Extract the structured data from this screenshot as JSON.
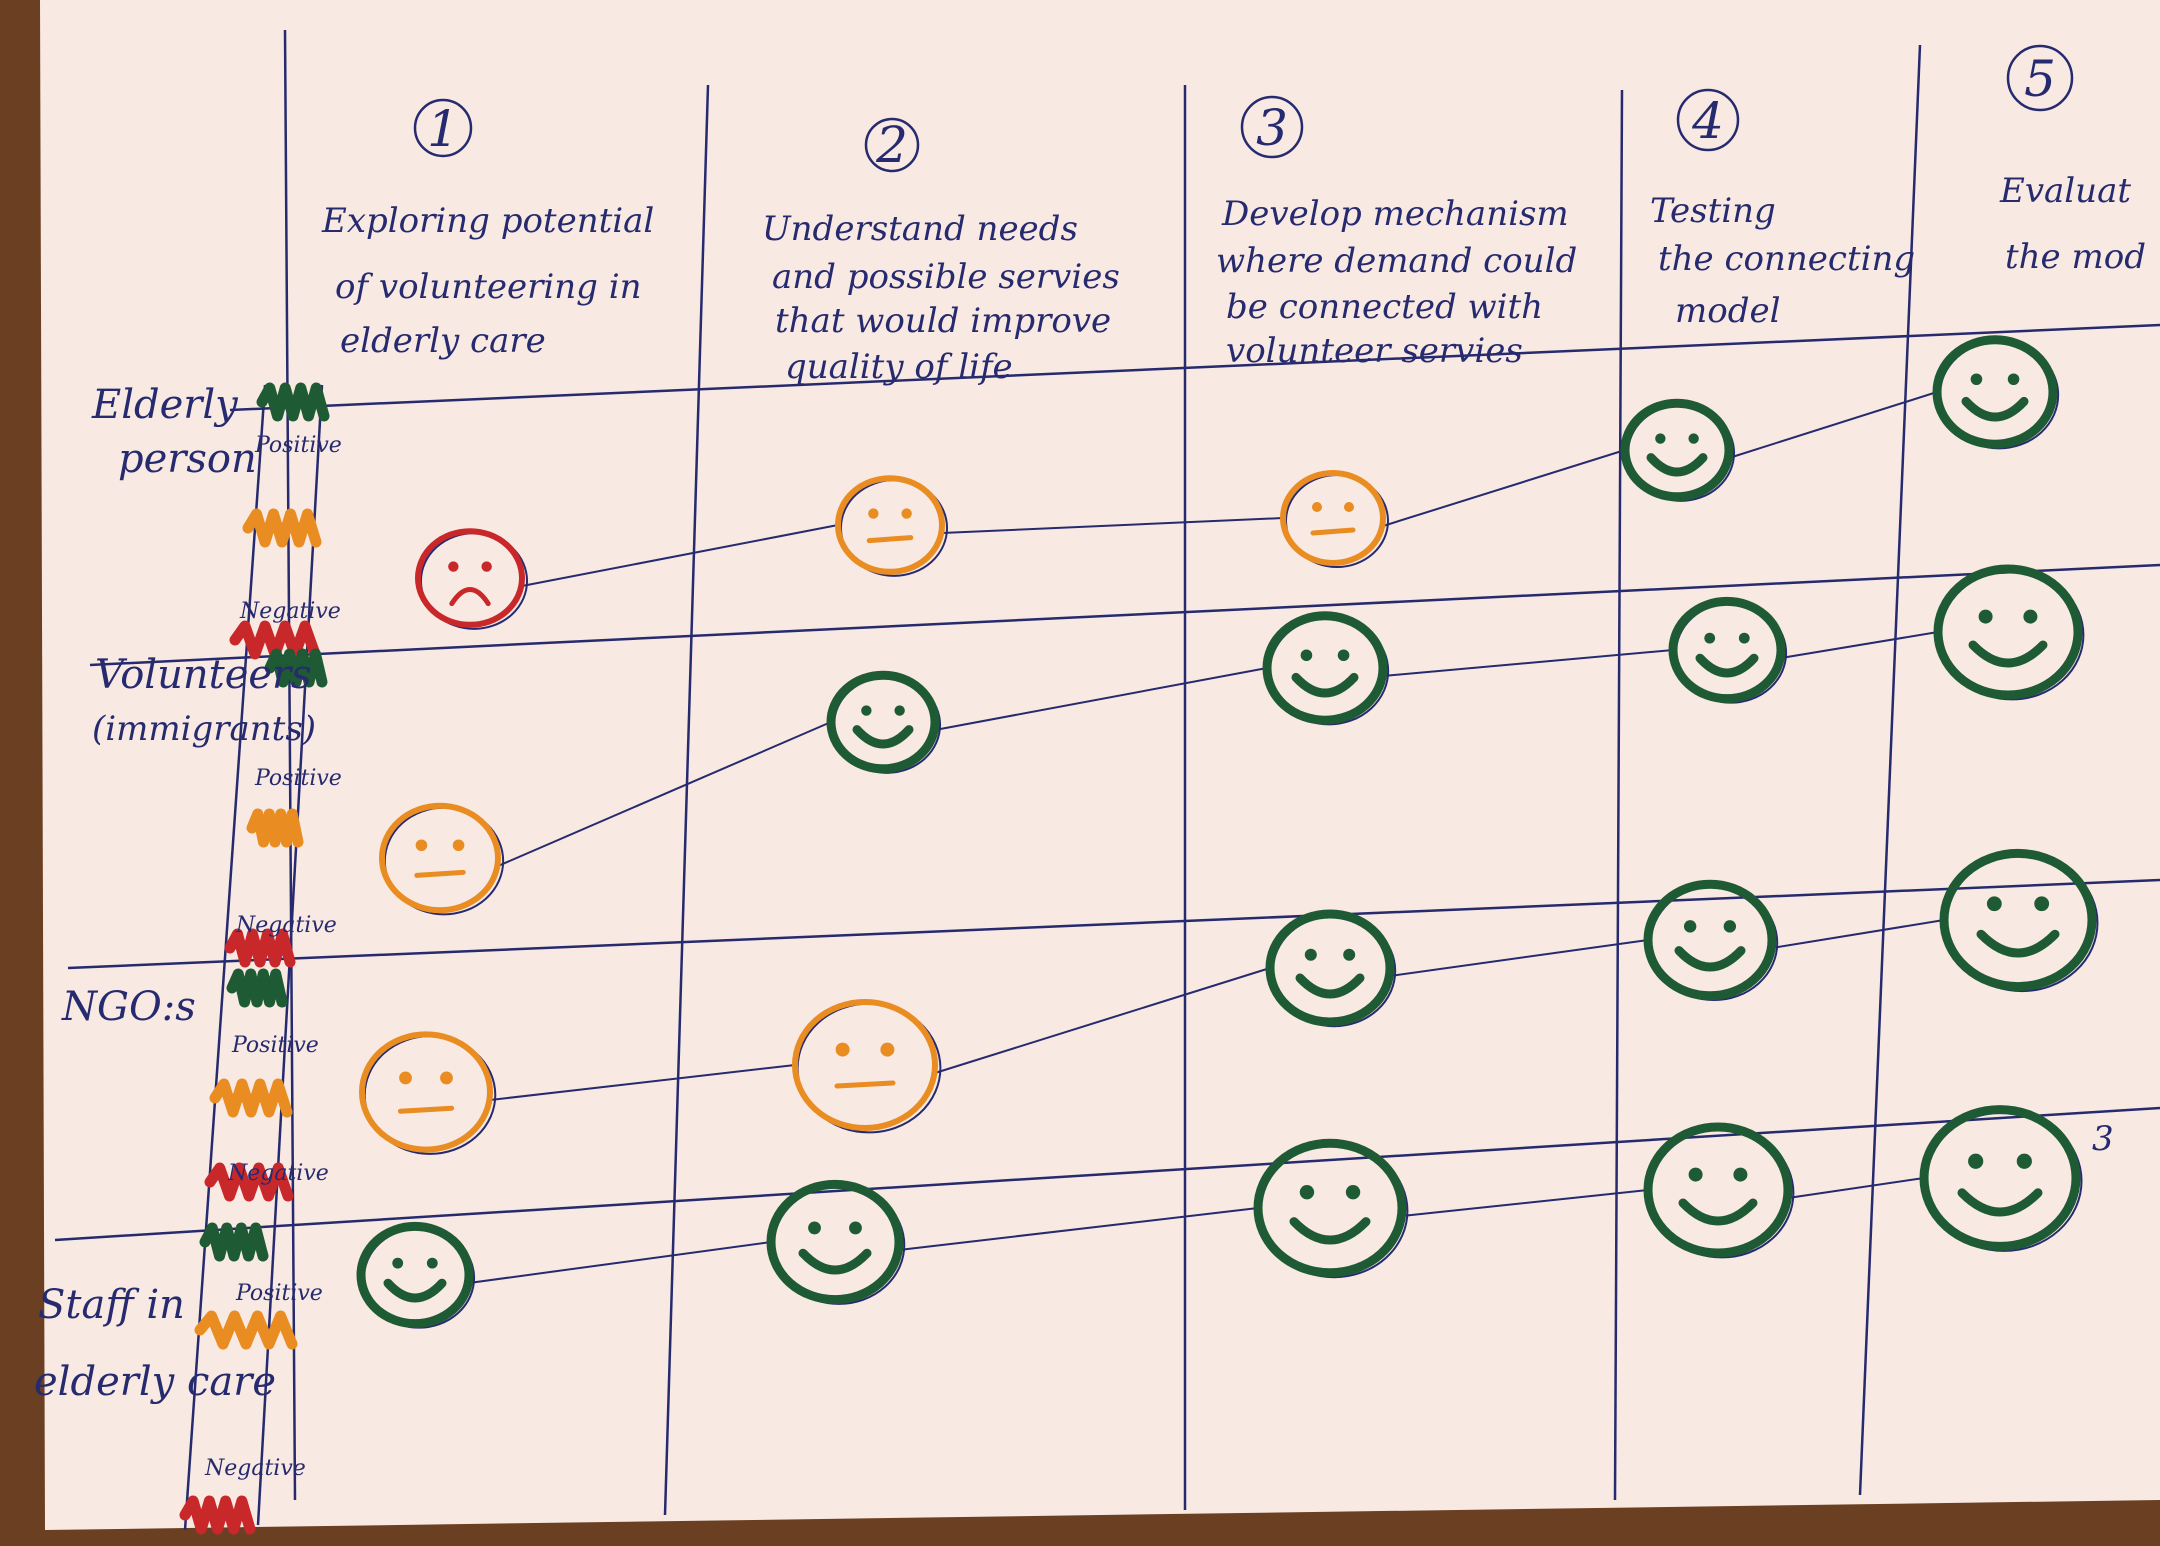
{
  "stages": [
    {
      "num": "1",
      "lines": [
        "Exploring potential",
        "of volunteering in",
        "elderly care"
      ]
    },
    {
      "num": "2",
      "lines": [
        "Understand needs",
        "and possible servies",
        "that would improve",
        "quality of life"
      ]
    },
    {
      "num": "3",
      "lines": [
        "Develop mechanism",
        "where demand could",
        "be connected with",
        "volunteer servies"
      ]
    },
    {
      "num": "4",
      "lines": [
        "Testing",
        "the connecting",
        "model"
      ]
    },
    {
      "num": "5",
      "lines": [
        "Evaluat",
        "the mod"
      ]
    }
  ],
  "rows": [
    {
      "label_lines": [
        "Elderly",
        "person"
      ],
      "moods": [
        "negative",
        "neutral",
        "neutral",
        "positive",
        "positive"
      ]
    },
    {
      "label_lines": [
        "Volunteers",
        "(immigrants)"
      ],
      "moods": [
        "neutral",
        "positive",
        "positive",
        "positive",
        "positive"
      ]
    },
    {
      "label_lines": [
        "NGO:s"
      ],
      "moods": [
        "neutral",
        "neutral",
        "positive",
        "positive",
        "positive"
      ]
    },
    {
      "label_lines": [
        "Staff in",
        "elderly care"
      ],
      "moods": [
        "positive",
        "positive",
        "positive",
        "positive",
        "positive"
      ]
    }
  ],
  "scale": {
    "positive": "Positive",
    "negative": "Negative"
  },
  "stray_mark": "3",
  "colors": {
    "paper": "#f8e9e3",
    "ink": "#262a6e",
    "positive": "#1e5b34",
    "neutral": "#e98c22",
    "negative": "#c9282a",
    "table": "#6b3f22"
  }
}
